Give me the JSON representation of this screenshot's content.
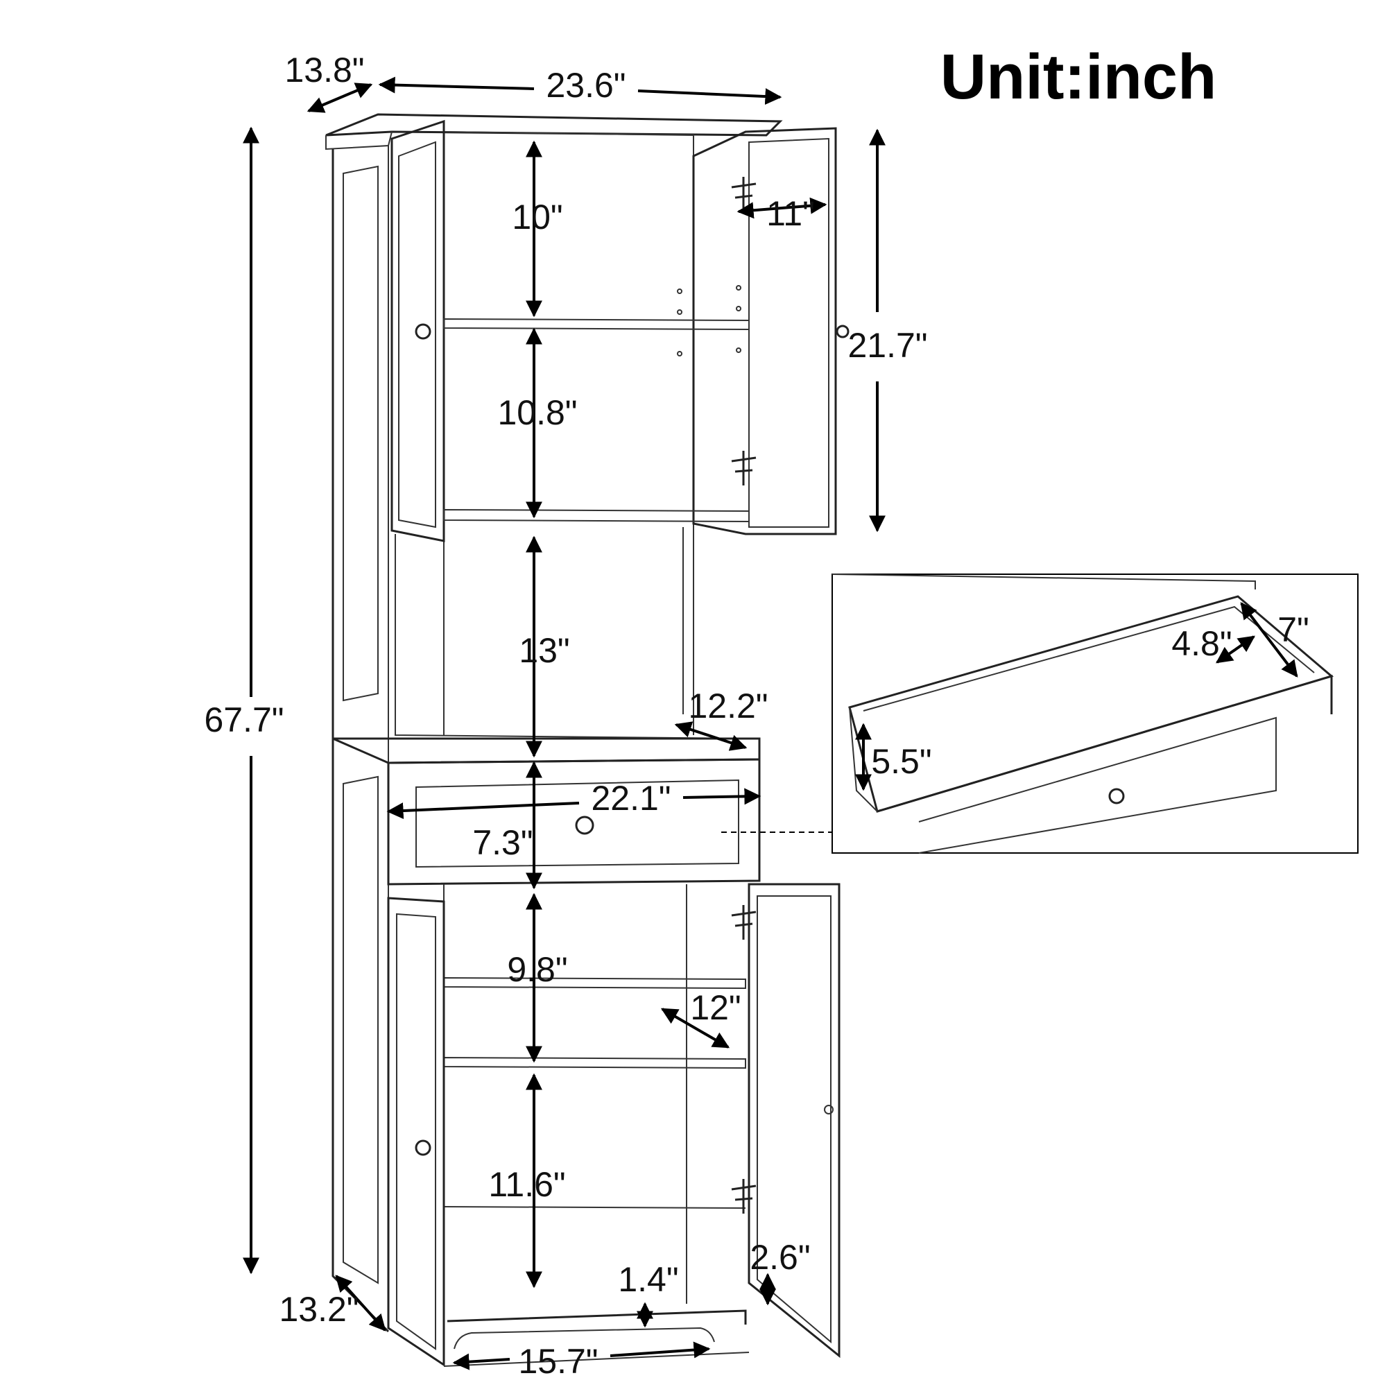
{
  "title": "Unit:inch",
  "dimensions": {
    "top_depth": "13.8\"",
    "top_width": "23.6\"",
    "total_height": "67.7\"",
    "shelf1_height": "10\"",
    "door_width": "11\"",
    "door_height": "21.7\"",
    "shelf2_height": "10.8\"",
    "open_height": "13\"",
    "open_depth": "12.2\"",
    "drawer_width": "22.1\"",
    "drawer_height": "7.3\"",
    "lower1_height": "9.8\"",
    "lower_depth": "12\"",
    "lower2_height": "11.6\"",
    "base_height": "2.6\"",
    "toe_height": "1.4\"",
    "bottom_depth": "13.2\"",
    "toe_width": "15.7\""
  },
  "inset": {
    "drawer_depth_inner": "4.8\"",
    "drawer_depth": "7\"",
    "drawer_inner_height": "5.5\""
  }
}
